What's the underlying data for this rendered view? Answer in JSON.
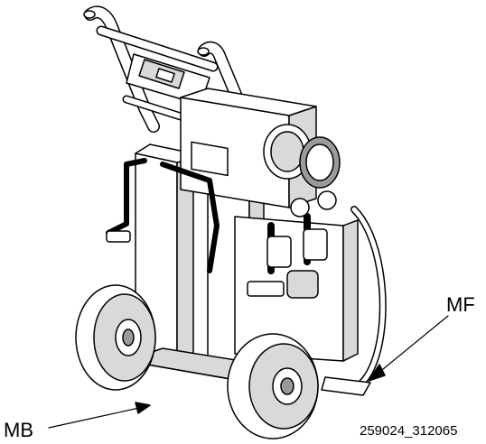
{
  "callouts": {
    "mf": "MF",
    "mb": "MB"
  },
  "figure_id": "259024_312065",
  "colors": {
    "line": "#000000",
    "fill": "#ffffff",
    "shade": "#d9d9d9",
    "dark": "#9a9a9a"
  }
}
